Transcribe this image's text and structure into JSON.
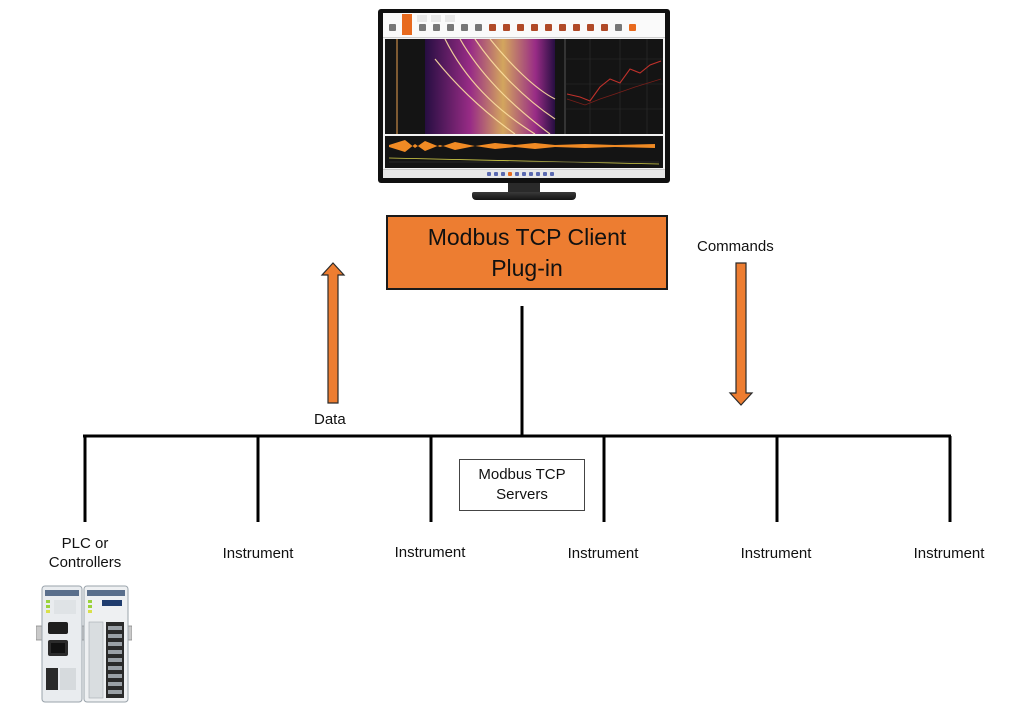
{
  "diagram": {
    "plugin": {
      "line1": "Modbus TCP Client",
      "line2": "Plug-in",
      "fill_color": "#ed7d31"
    },
    "arrows": {
      "data_label": "Data",
      "commands_label": "Commands",
      "fill_color": "#ed7d31"
    },
    "servers_box": {
      "line1": "Modbus TCP",
      "line2": "Servers"
    },
    "devices": [
      {
        "line1": "PLC or",
        "line2": "Controllers"
      },
      {
        "label": "Instrument"
      },
      {
        "label": "Instrument"
      },
      {
        "label": "Instrument"
      },
      {
        "label": "Instrument"
      },
      {
        "label": "Instrument"
      }
    ],
    "plc_device_icon": "plc-controller-icon",
    "monitor_icon": "monitor-software-screenshot-icon",
    "screen_colors": {
      "spectrogram_hot": "#f5c06a",
      "spectrogram_mid": "#b0309a",
      "spectrogram_cold": "#2a0d4a",
      "waveform": "#f08a24",
      "trace_red": "#c0312b"
    }
  }
}
